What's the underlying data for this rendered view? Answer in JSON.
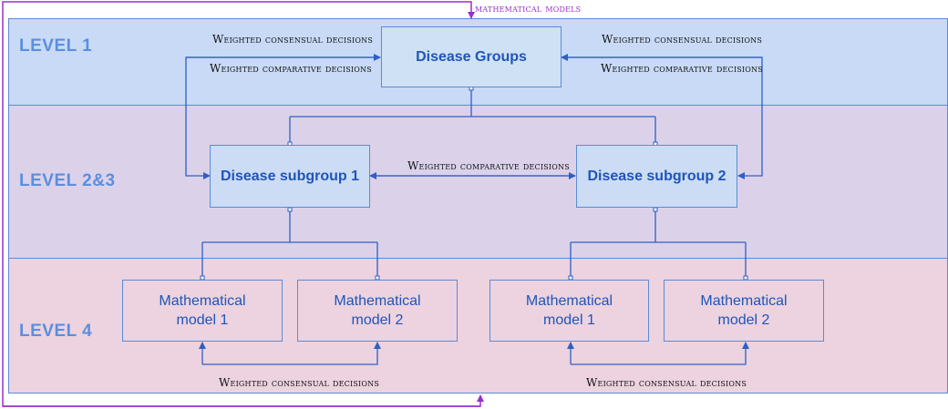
{
  "levels": {
    "level1": "LEVEL 1",
    "level23": "LEVEL 2&3",
    "level4": "LEVEL 4"
  },
  "nodes": {
    "disease_groups": "Disease Groups",
    "subgroup1": "Disease subgroup 1",
    "subgroup2": "Disease subgroup 2",
    "model_line1": "Mathematical",
    "model1_line2": "model 1",
    "model2_line2": "model 2"
  },
  "edge_labels": {
    "mathematical_models": "mathematical models",
    "consensual_left": "Weighted consensual decisions",
    "comparative_left": "Weighted comparative decisions",
    "consensual_right": "Weighted consensual decisions",
    "comparative_right": "Weighted comparative decisions",
    "comparative_mid": "Weighted comparative decisions",
    "consensual_bottom_left": "Weighted consensual decisions",
    "consensual_bottom_right": "Weighted consensual decisions"
  },
  "colors": {
    "level1_band": "#c9daf6",
    "level23_band": "#dbd2ea",
    "level4_band": "#ecd3df",
    "connector": "#2f5fc4",
    "feedback_loop": "#9a2fc9",
    "box_text": "#1f55b8"
  }
}
